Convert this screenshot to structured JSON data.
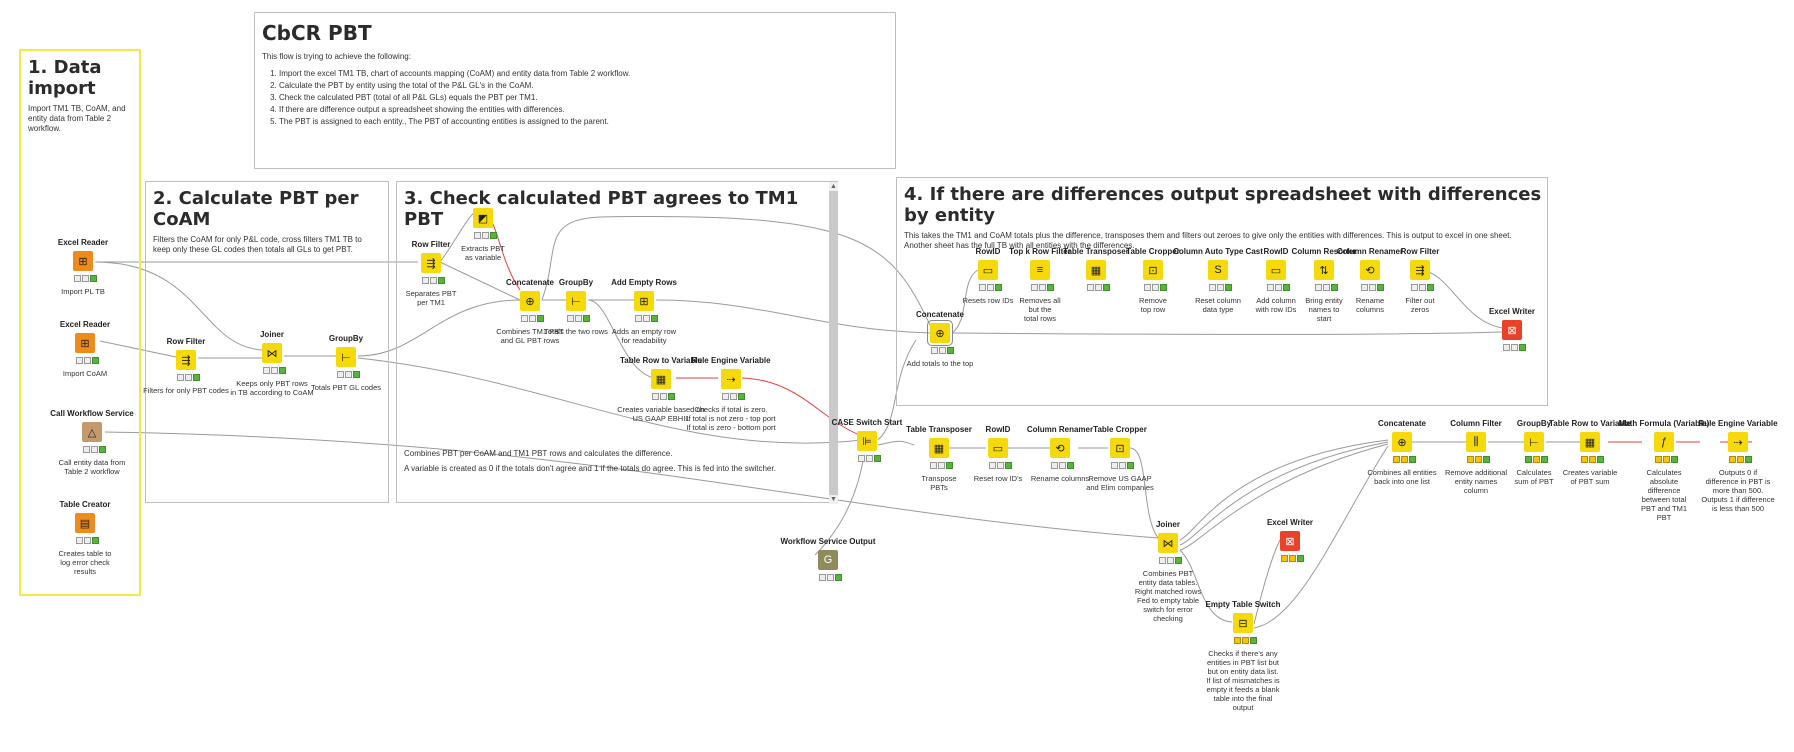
{
  "annotations": {
    "data_import": {
      "title": "1. Data import",
      "text": "Import TM1 TB, CoAM, and entity data from Table 2 workflow."
    },
    "cbcr": {
      "title": "CbCR PBT",
      "text": "This flow is trying to achieve the following:",
      "items": [
        "Import the excel TM1 TB, chart of accounts mapping (CoAM) and entity data from Table 2 workflow.",
        "Calculate the PBT by entity using the total of the P&L GL's in the CoAM.",
        "Check the calculated PBT (total of all P&L GLs) equals the PBT per TM1.",
        "If there are difference output a spreadsheet showing the entities with differences.",
        "The PBT is assigned to each entity., The PBT of accounting entities is assigned to the parent."
      ]
    },
    "calc_pbt": {
      "title": "2. Calculate PBT per CoAM",
      "text": "Filters the CoAM for only P&L code, cross filters TM1 TB to keep only these GL codes then totals all GLs to get PBT."
    },
    "check_pbt": {
      "title": "3. Check calculated PBT agrees to TM1 PBT",
      "text": "",
      "note1": "Combines PBT per CoAM and TM1 PBT rows and calculates the difference.",
      "note2": "A variable is created as 0 if the totals don't agree and 1 if the totals do agree. This is fed into the switcher."
    },
    "differences": {
      "title": "4. If there are differences output spreadsheet with differences by entity",
      "text": "This takes the TM1 and CoAM totals plus the difference, transposes them and filters out zeroes to give only the entities with differences. This is output to excel in one sheet. Another sheet has the full TB with all entities with the differences."
    }
  },
  "nodes": [
    {
      "id": "excel_reader_1",
      "title": "Excel Reader",
      "desc": "Import PL TB",
      "color": "orange",
      "icon": "excel-reader-icon",
      "glyph": "⊞"
    },
    {
      "id": "excel_reader_2",
      "title": "Excel Reader",
      "desc": "Import CoAM",
      "color": "orange",
      "icon": "excel-reader-icon",
      "glyph": "⊞"
    },
    {
      "id": "call_workflow",
      "title": "Call Workflow Service",
      "desc": "Call entity data from\nTable 2 workflow",
      "color": "brown",
      "icon": "call-workflow-icon",
      "glyph": "△"
    },
    {
      "id": "table_creator",
      "title": "Table Creator",
      "desc": "Creates table to\nlog error check\nresults",
      "color": "orange",
      "icon": "table-creator-icon",
      "glyph": "▤"
    },
    {
      "id": "row_filter_1",
      "title": "Row Filter",
      "desc": "Filters for only PBT codes",
      "color": "yellow",
      "icon": "row-filter-icon",
      "glyph": "⇶"
    },
    {
      "id": "joiner_1",
      "title": "Joiner",
      "desc": "Keeps only PBT rows\nin TB according to CoAM",
      "color": "yellow",
      "icon": "joiner-icon",
      "glyph": "⋈"
    },
    {
      "id": "groupby_1",
      "title": "GroupBy",
      "desc": "Totals PBT GL codes",
      "color": "yellow",
      "icon": "groupby-icon",
      "glyph": "⊢"
    },
    {
      "id": "row_filter_2",
      "title": "Row Filter",
      "desc": "Separates PBT\nper TM1",
      "color": "yellow",
      "icon": "row-filter-icon",
      "glyph": "⇶"
    },
    {
      "id": "extract_node",
      "title": "",
      "desc": "Extracts PBT\nas variable",
      "color": "yellow",
      "icon": "variable-extract-icon",
      "glyph": "◩"
    },
    {
      "id": "concatenate_1",
      "title": "Concatenate",
      "desc": "Combines TM1 PBT\nand GL PBT rows",
      "color": "yellow",
      "icon": "concatenate-icon",
      "glyph": "⊕"
    },
    {
      "id": "groupby_2",
      "title": "GroupBy",
      "desc": "Totals the two rows",
      "color": "yellow",
      "icon": "groupby-icon",
      "glyph": "⊢"
    },
    {
      "id": "add_empty_rows",
      "title": "Add Empty Rows",
      "desc": "Adds an empty row\nfor readability",
      "color": "yellow",
      "icon": "add-empty-rows-icon",
      "glyph": "⊞"
    },
    {
      "id": "table_row_to_var_1",
      "title": "Table Row to Variable",
      "desc": "Creates variable based on\nUS GAAP EBHIL",
      "color": "yellow",
      "icon": "table-row-variable-icon",
      "glyph": "▦"
    },
    {
      "id": "rule_engine_var_1",
      "title": "Rule Engine Variable",
      "desc": "Checks if total is zero.\nIf total is not zero - top port\nIf total is zero - bottom port",
      "color": "yellow",
      "icon": "rule-engine-icon",
      "glyph": "⇢"
    },
    {
      "id": "case_switch",
      "title": "CASE Switch Start",
      "desc": "",
      "color": "yellow",
      "icon": "case-switch-icon",
      "glyph": "⊫"
    },
    {
      "id": "workflow_output",
      "title": "Workflow Service Output",
      "desc": "",
      "color": "olive",
      "icon": "workflow-output-icon",
      "glyph": "G"
    },
    {
      "id": "concatenate_2",
      "title": "Concatenate",
      "desc": "Add totals to the top",
      "color": "yellow",
      "icon": "concatenate-icon",
      "glyph": "⊕"
    },
    {
      "id": "rowid_1",
      "title": "RowID",
      "desc": "Resets row IDs",
      "color": "yellow",
      "icon": "rowid-icon",
      "glyph": "▭"
    },
    {
      "id": "topk_filter",
      "title": "Top k Row Filter",
      "desc": "Removes all\nbut the\ntotal rows",
      "color": "yellow",
      "icon": "topk-filter-icon",
      "glyph": "≡"
    },
    {
      "id": "table_transposer_1",
      "title": "Table Transposer",
      "desc": "",
      "color": "yellow",
      "icon": "table-transposer-icon",
      "glyph": "▦"
    },
    {
      "id": "table_cropper_1",
      "title": "Table Cropper",
      "desc": "Remove\ntop row",
      "color": "yellow",
      "icon": "table-cropper-icon",
      "glyph": "⊡"
    },
    {
      "id": "column_auto_type",
      "title": "Column Auto Type Cast",
      "desc": "Reset column\ndata type",
      "color": "yellow",
      "icon": "auto-type-cast-icon",
      "glyph": "S"
    },
    {
      "id": "rowid_2",
      "title": "RowID",
      "desc": "Add column\nwith row IDs",
      "color": "yellow",
      "icon": "rowid-icon",
      "glyph": "▭"
    },
    {
      "id": "column_resorter",
      "title": "Column Resorter",
      "desc": "Bring entity\nnames to\nstart",
      "color": "yellow",
      "icon": "column-resorter-icon",
      "glyph": "⇅"
    },
    {
      "id": "column_renamer_1",
      "title": "Column Renamer",
      "desc": "Rename\ncolumns",
      "color": "yellow",
      "icon": "column-renamer-icon",
      "glyph": "⟲"
    },
    {
      "id": "row_filter_3",
      "title": "Row Filter",
      "desc": "Filter out\nzeros",
      "color": "yellow",
      "icon": "row-filter-icon",
      "glyph": "⇶"
    },
    {
      "id": "excel_writer_1",
      "title": "Excel Writer",
      "desc": "",
      "color": "red",
      "icon": "excel-writer-icon",
      "glyph": "⊠"
    },
    {
      "id": "table_transposer_2",
      "title": "Table Transposer",
      "desc": "Transpose\nPBTs",
      "color": "yellow",
      "icon": "table-transposer-icon",
      "glyph": "▦"
    },
    {
      "id": "rowid_3",
      "title": "RowID",
      "desc": "Reset row ID's",
      "color": "yellow",
      "icon": "rowid-icon",
      "glyph": "▭"
    },
    {
      "id": "column_renamer_2",
      "title": "Column Renamer",
      "desc": "Rename columns",
      "color": "yellow",
      "icon": "column-renamer-icon",
      "glyph": "⟲"
    },
    {
      "id": "table_cropper_2",
      "title": "Table Cropper",
      "desc": "Remove US GAAP\nand Elim companies",
      "color": "yellow",
      "icon": "table-cropper-icon",
      "glyph": "⊡"
    },
    {
      "id": "joiner_2",
      "title": "Joiner",
      "desc": "Combines PBT\nentity data tables.\nRight matched rows\nFed to empty table\nswitch for error\nchecking",
      "color": "yellow",
      "icon": "joiner-icon",
      "glyph": "⋈"
    },
    {
      "id": "excel_writer_2",
      "title": "Excel Writer",
      "desc": "",
      "color": "red",
      "icon": "excel-writer-icon",
      "glyph": "⊠"
    },
    {
      "id": "empty_table_switch",
      "title": "Empty Table Switch",
      "desc": "Checks if there's any\nentities in PBT list but\nbut on entity data list.\nIf list of mismatches is\nempty it feeds a blank\ntable into the final\noutput",
      "color": "yellow",
      "icon": "empty-table-switch-icon",
      "glyph": "⊟"
    },
    {
      "id": "concatenate_3",
      "title": "Concatenate",
      "desc": "Combines all entities\nback into one list",
      "color": "yellow",
      "icon": "concatenate-icon",
      "glyph": "⊕"
    },
    {
      "id": "column_filter",
      "title": "Column Filter",
      "desc": "Remove additional\nentity names\ncolumn",
      "color": "yellow",
      "icon": "column-filter-icon",
      "glyph": "⫼"
    },
    {
      "id": "groupby_3",
      "title": "GroupBy",
      "desc": "Calculates\nsum of PBT",
      "color": "yellow",
      "icon": "groupby-icon",
      "glyph": "⊢"
    },
    {
      "id": "table_row_to_var_2",
      "title": "Table Row to Variable",
      "desc": "Creates variable\nof PBT sum",
      "color": "yellow",
      "icon": "table-row-variable-icon",
      "glyph": "▦"
    },
    {
      "id": "math_formula_var",
      "title": "Math Formula (Variable)",
      "desc": "Calculates\nabsolute\ndifference\nbetween total\nPBT and TM1\nPBT",
      "color": "yellow",
      "icon": "math-formula-icon",
      "glyph": "ƒ"
    },
    {
      "id": "rule_engine_var_2",
      "title": "Rule Engine Variable",
      "desc": "Outputs 0 if\ndifference in PBT is\nmore than 500.\nOutputs 1 if difference\nis less than 500",
      "color": "yellow",
      "icon": "rule-engine-icon",
      "glyph": "⇢"
    }
  ]
}
